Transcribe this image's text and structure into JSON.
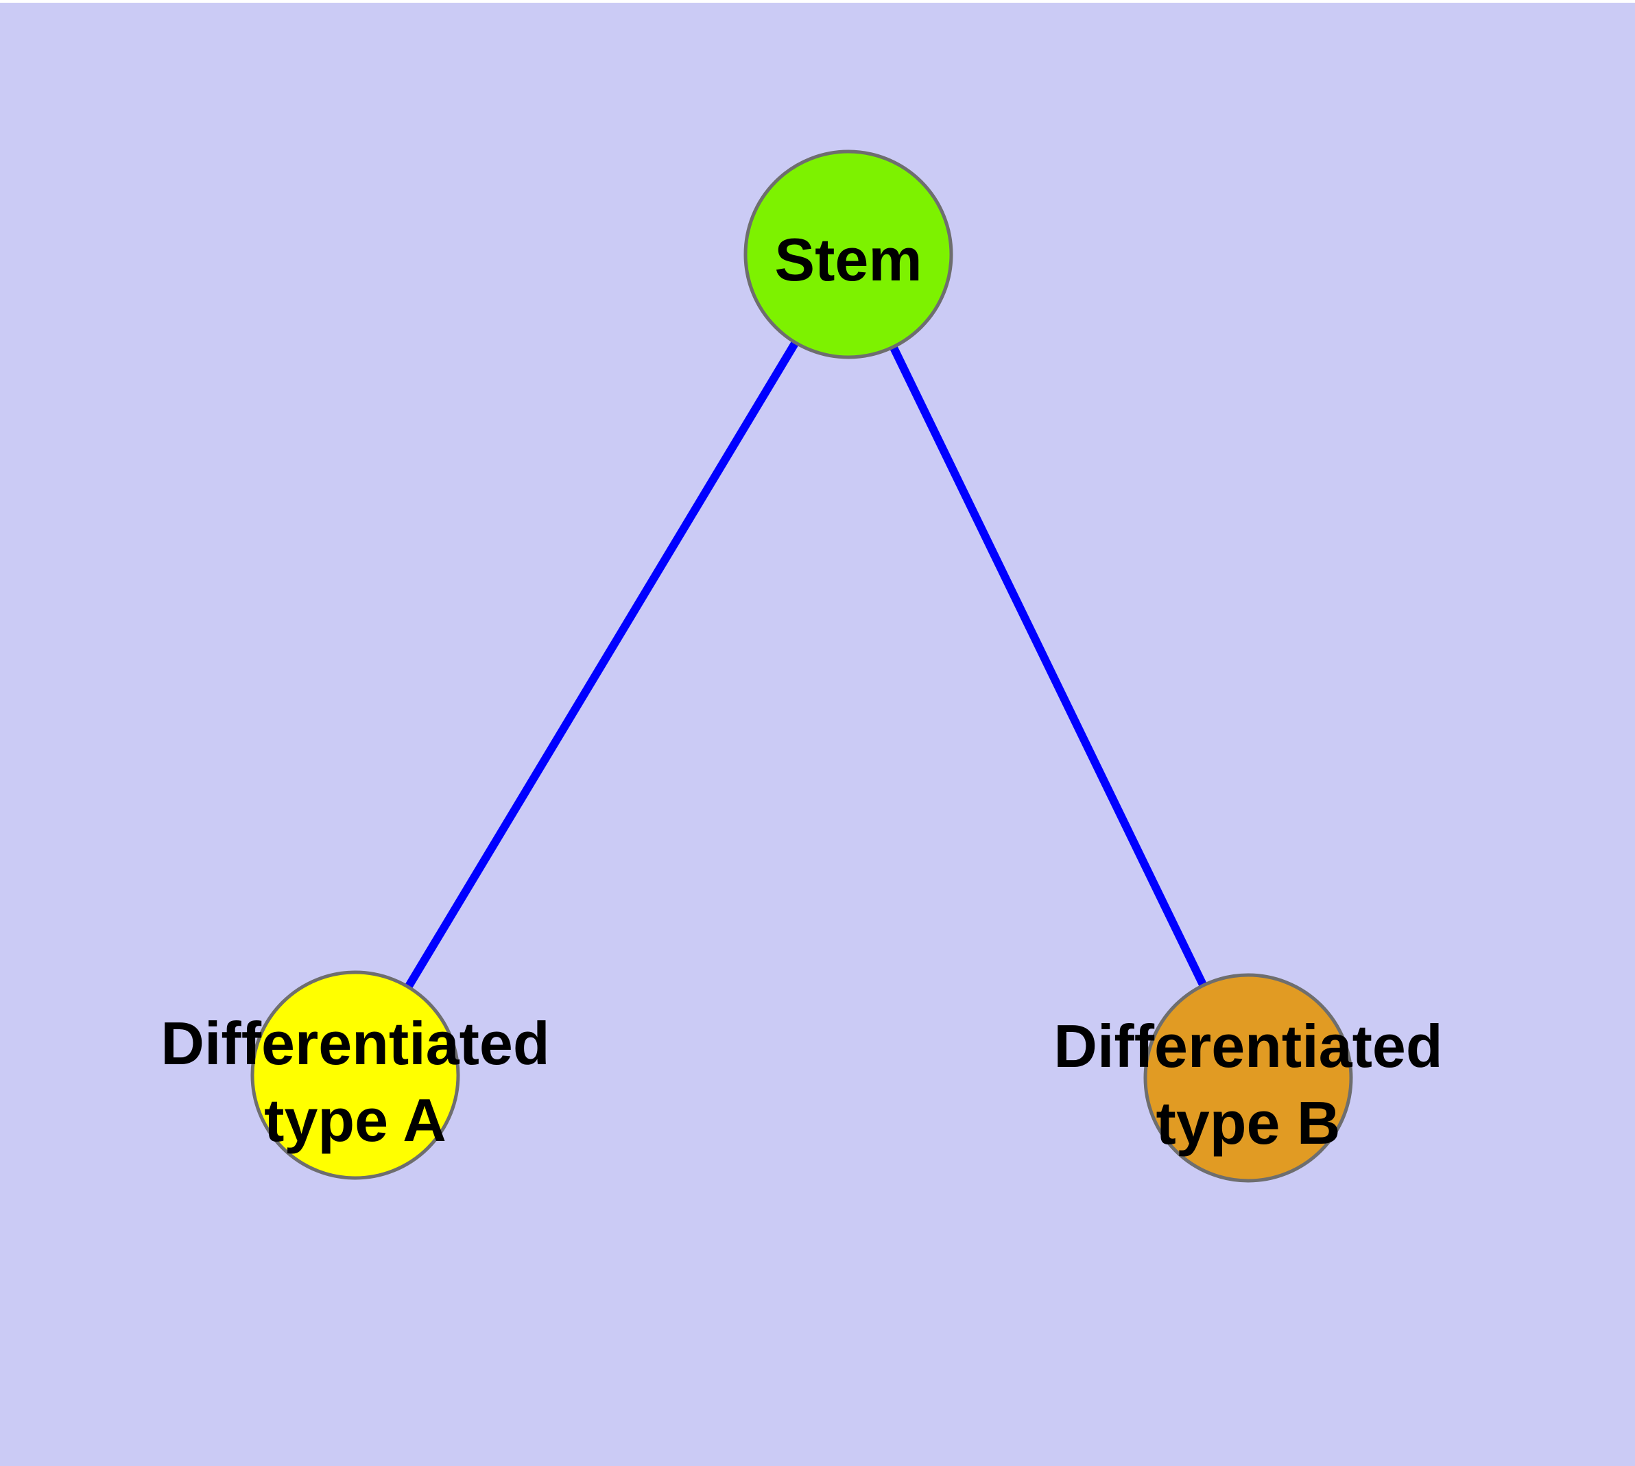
{
  "diagram": {
    "background_color": "#CBCBF5",
    "top_strip_color": "#FFFFFF",
    "edge_color": "#0000FF",
    "node_border_color": "#6E6E6E",
    "text_color": "#000000",
    "nodes": [
      {
        "id": "stem",
        "label": "Stem",
        "fill": "#7DF200"
      },
      {
        "id": "differentiated-type-a",
        "label_line1": "Differentiated",
        "label_line2": "type A",
        "fill": "#FFFF00"
      },
      {
        "id": "differentiated-type-b",
        "label_line1": "Differentiated",
        "label_line2": "type B",
        "fill": "#E19B23"
      }
    ],
    "edges": [
      {
        "from": "stem",
        "to": "differentiated-type-a"
      },
      {
        "from": "stem",
        "to": "differentiated-type-b"
      }
    ]
  }
}
